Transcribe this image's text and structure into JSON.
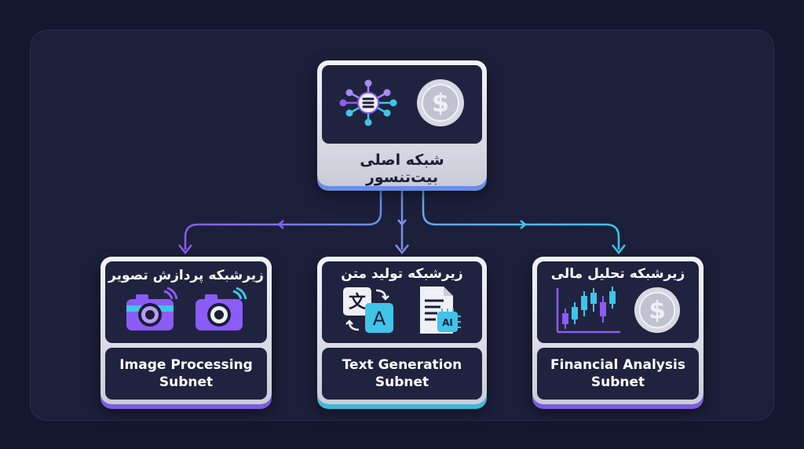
{
  "main_node": {
    "title": "شبکه اصلی بیت‌تنسور",
    "icons": [
      "network-hub-icon",
      "dollar-coin-icon"
    ]
  },
  "subnets": [
    {
      "title_fa": "زیرشبکه پردازش تصویر",
      "label_en": "Image Processing Subnet",
      "icons": [
        "camera-icon",
        "camera-icon"
      ]
    },
    {
      "title_fa": "زیرشبکه تولید متن",
      "label_en": "Text Generation Subnet",
      "icons": [
        "translate-icon",
        "ai-document-icon"
      ]
    },
    {
      "title_fa": "زیرشبکه تحلیل مالی",
      "label_en": "Financial Analysis Subnet",
      "icons": [
        "candlestick-chart-icon",
        "dollar-coin-icon"
      ]
    }
  ],
  "colors": {
    "background": "#15172e",
    "panel": "#1c1f3a",
    "purple": "#8b5cf6",
    "cyan": "#40c4e8"
  }
}
